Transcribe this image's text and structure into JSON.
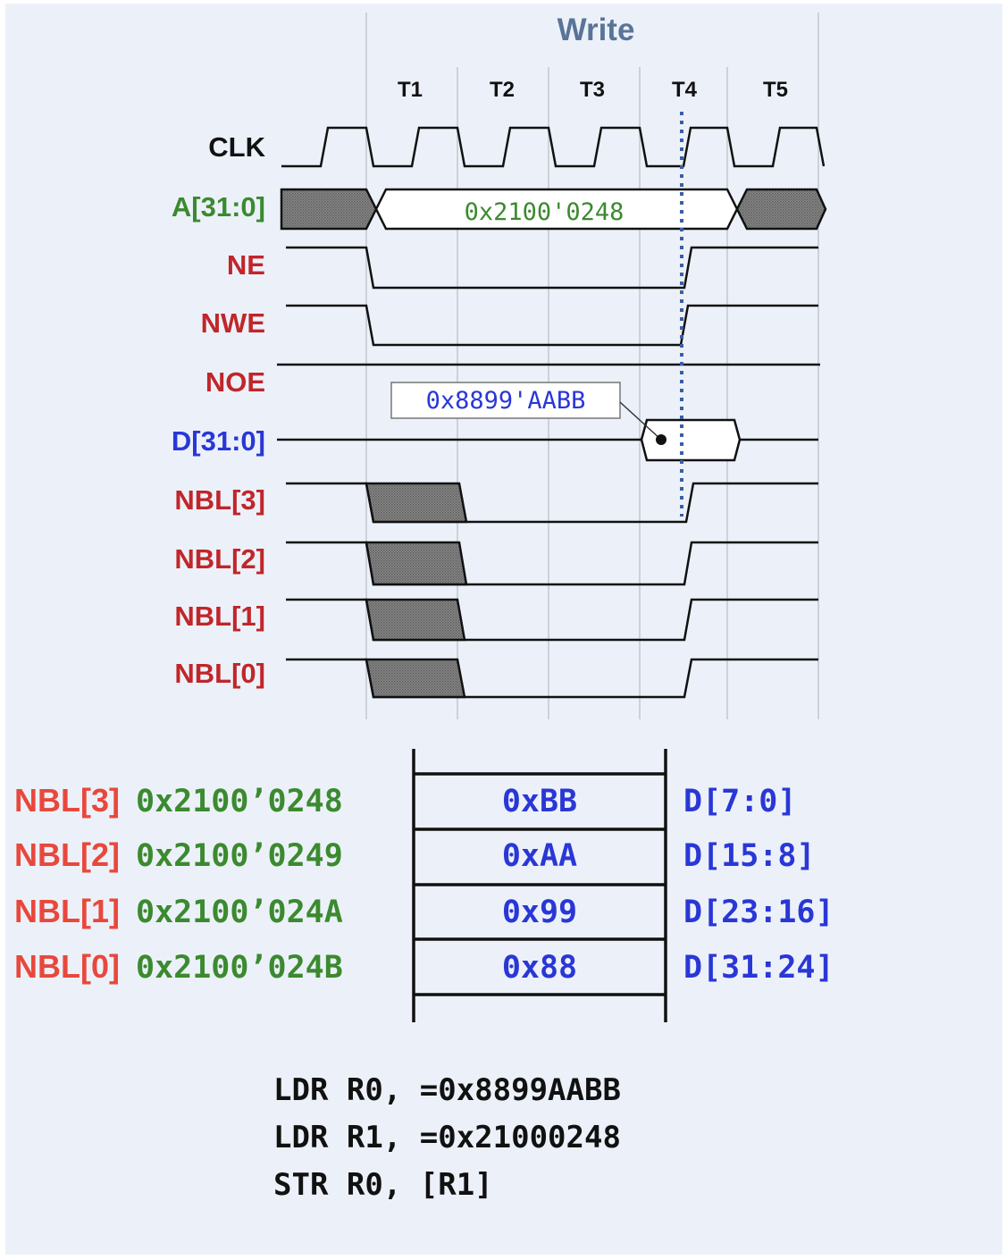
{
  "timing": {
    "title": "Write",
    "phases": [
      "T1",
      "T2",
      "T3",
      "T4",
      "T5"
    ],
    "signals": [
      {
        "name": "CLK",
        "color": "#111111"
      },
      {
        "name": "A[31:0]",
        "color": "#3b8a2f"
      },
      {
        "name": "NE",
        "color": "#c0262a"
      },
      {
        "name": "NWE",
        "color": "#c0262a"
      },
      {
        "name": "NOE",
        "color": "#c0262a"
      },
      {
        "name": "D[31:0]",
        "color": "#2a37d6"
      },
      {
        "name": "NBL[3]",
        "color": "#c0262a"
      },
      {
        "name": "NBL[2]",
        "color": "#c0262a"
      },
      {
        "name": "NBL[1]",
        "color": "#c0262a"
      },
      {
        "name": "NBL[0]",
        "color": "#c0262a"
      }
    ],
    "address_value": "0x2100'0248",
    "data_callout": "0x8899'AABB"
  },
  "memory_map": [
    {
      "nbl": "NBL[3]",
      "address": "0x2100’0248",
      "byte": "0xBB",
      "bits": "D[7:0]"
    },
    {
      "nbl": "NBL[2]",
      "address": "0x2100’0249",
      "byte": "0xAA",
      "bits": "D[15:8]"
    },
    {
      "nbl": "NBL[1]",
      "address": "0x2100’024A",
      "byte": "0x99",
      "bits": "D[23:16]"
    },
    {
      "nbl": "NBL[0]",
      "address": "0x2100’024B",
      "byte": "0x88",
      "bits": "D[31:24]"
    }
  ],
  "code": [
    "LDR R0, =0x8899AABB",
    "LDR R1, =0x21000248",
    "STR R0, [R1]"
  ],
  "colors": {
    "panel": "#ecf1f9",
    "address_green": "#3b8a2f",
    "control_red": "#c0262a",
    "data_blue": "#2a37d6",
    "map_red": "#e8483c"
  }
}
